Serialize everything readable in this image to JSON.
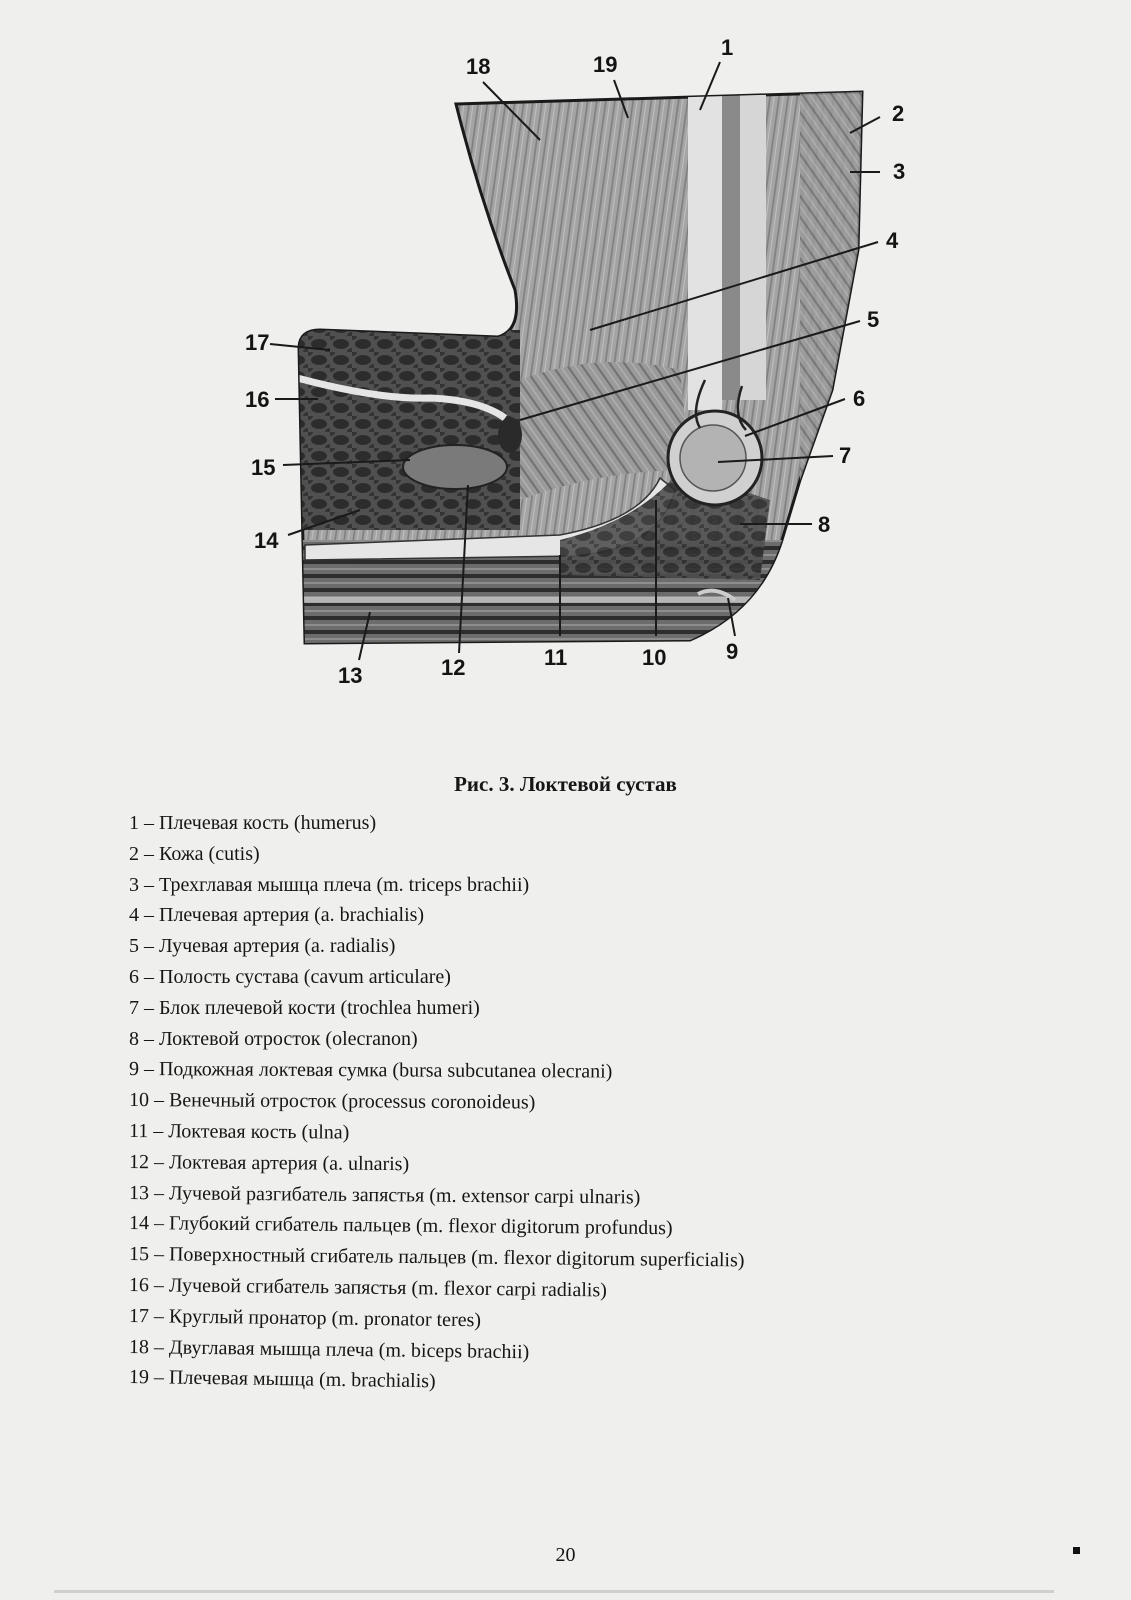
{
  "figure": {
    "callouts": [
      "1",
      "2",
      "3",
      "4",
      "5",
      "6",
      "7",
      "8",
      "9",
      "10",
      "11",
      "12",
      "13",
      "14",
      "15",
      "16",
      "17",
      "18",
      "19"
    ]
  },
  "caption": "Рис. 3. Локтевой сустав",
  "legend": [
    "1 – Плечевая кость (humerus)",
    "2 – Кожа (cutis)",
    "3 – Трехглавая мышца плеча (m. triceps brachii)",
    "4 – Плечевая артерия (a. brachialis)",
    "5 – Лучевая артерия (a. radialis)",
    "6 – Полость сустава (cavum articulare)",
    "7 – Блок плечевой кости (trochlea humeri)",
    "8 – Локтевой отросток (olecranon)",
    "9 – Подкожная локтевая сумка (bursa subcutanea olecrani)",
    "10 – Венечный отросток (processus coronoideus)",
    "11 – Локтевая кость (ulna)",
    "12 – Локтевая артерия (a. ulnaris)",
    "13 – Лучевой разгибатель запястья (m. extensor carpi ulnaris)",
    "14 – Глубокий сгибатель пальцев (m. flexor digitorum profundus)",
    "15 – Поверхностный сгибатель пальцев (m. flexor digitorum superficialis)",
    "16 – Лучевой сгибатель запястья (m. flexor carpi radialis)",
    "17 – Круглый пронатор (m. pronator teres)",
    "18 – Двуглавая мышца плеча (m. biceps brachii)",
    "19 – Плечевая мышца (m. brachialis)"
  ],
  "page_number": "20"
}
